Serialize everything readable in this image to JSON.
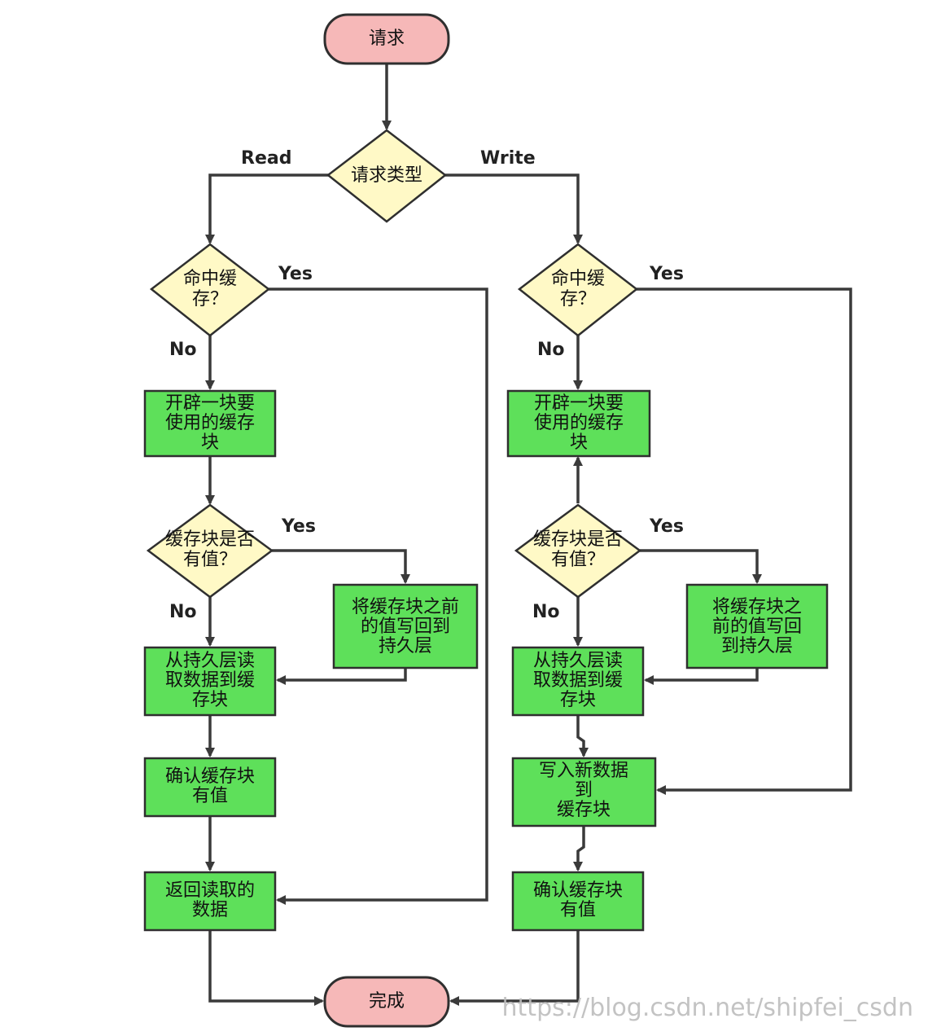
{
  "nodes": {
    "start": "请求",
    "end": "完成",
    "request_type": "请求类型",
    "read_hit": [
      "命中缓",
      "存？"
    ],
    "read_alloc": [
      "开辟一块要",
      "使用的缓存",
      "块"
    ],
    "read_has_value": [
      "缓存块是否",
      "有值？"
    ],
    "read_writeback": [
      "将缓存块之前",
      "的值写回到",
      "持久层"
    ],
    "read_load": [
      "从持久层读",
      "取数据到缓",
      "存块"
    ],
    "read_confirm": [
      "确认缓存块",
      "有值"
    ],
    "read_return": [
      "返回读取的",
      "数据"
    ],
    "write_hit": [
      "命中缓",
      "存？"
    ],
    "write_alloc": [
      "开辟一块要",
      "使用的缓存",
      "块"
    ],
    "write_has_value": [
      "缓存块是否",
      "有值？"
    ],
    "write_writeback": [
      "将缓存块之",
      "前的值写回",
      "到持久层"
    ],
    "write_load": [
      "从持久层读",
      "取数据到缓",
      "存块"
    ],
    "write_new": [
      "写入新数据",
      "到",
      "缓存块"
    ],
    "write_confirm": [
      "确认缓存块",
      "有值"
    ]
  },
  "edge_labels": {
    "read": "Read",
    "write": "Write",
    "yes": "Yes",
    "no": "No"
  },
  "watermark": "https://blog.csdn.net/shipfei_csdn"
}
